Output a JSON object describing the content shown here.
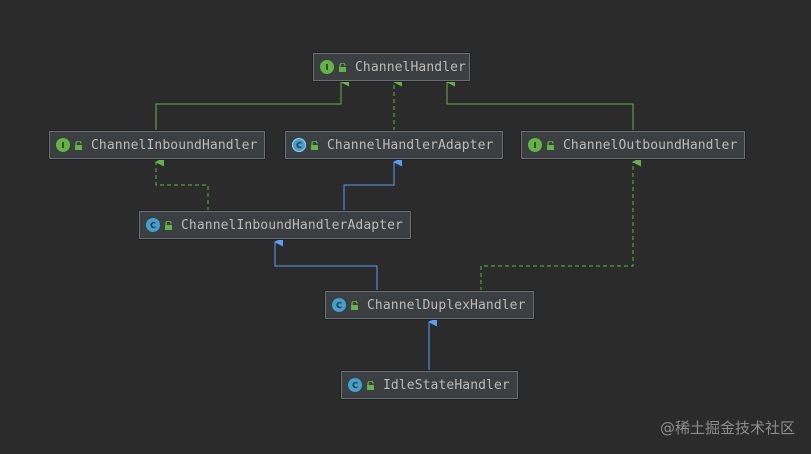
{
  "nodes": {
    "channel_handler": {
      "name": "ChannelHandler",
      "kind": "I",
      "kind_type": "interface"
    },
    "channel_inbound_handler": {
      "name": "ChannelInboundHandler",
      "kind": "I",
      "kind_type": "interface"
    },
    "channel_handler_adapter": {
      "name": "ChannelHandlerAdapter",
      "kind": "C",
      "kind_type": "abstract-class"
    },
    "channel_outbound_handler": {
      "name": "ChannelOutboundHandler",
      "kind": "I",
      "kind_type": "interface"
    },
    "channel_inbound_handler_adapter": {
      "name": "ChannelInboundHandlerAdapter",
      "kind": "C",
      "kind_type": "class"
    },
    "channel_duplex_handler": {
      "name": "ChannelDuplexHandler",
      "kind": "C",
      "kind_type": "class"
    },
    "idle_state_handler": {
      "name": "IdleStateHandler",
      "kind": "C",
      "kind_type": "class"
    }
  },
  "edges": [
    {
      "from": "ChannelInboundHandler",
      "to": "ChannelHandler",
      "type": "extends-interface"
    },
    {
      "from": "ChannelHandlerAdapter",
      "to": "ChannelHandler",
      "type": "implements"
    },
    {
      "from": "ChannelOutboundHandler",
      "to": "ChannelHandler",
      "type": "extends-interface"
    },
    {
      "from": "ChannelInboundHandlerAdapter",
      "to": "ChannelInboundHandler",
      "type": "implements"
    },
    {
      "from": "ChannelInboundHandlerAdapter",
      "to": "ChannelHandlerAdapter",
      "type": "extends"
    },
    {
      "from": "ChannelDuplexHandler",
      "to": "ChannelInboundHandlerAdapter",
      "type": "extends"
    },
    {
      "from": "ChannelDuplexHandler",
      "to": "ChannelOutboundHandler",
      "type": "implements"
    },
    {
      "from": "IdleStateHandler",
      "to": "ChannelDuplexHandler",
      "type": "extends"
    }
  ],
  "colors": {
    "background": "#2b2b2b",
    "node_fill": "#3c3f41",
    "text": "#bbbbbb",
    "interface_edge": "#62b543",
    "class_edge": "#589df6",
    "interface_badge": "#62b543",
    "class_badge": "#40a0d0"
  },
  "watermark": "@稀土掘金技术社区"
}
